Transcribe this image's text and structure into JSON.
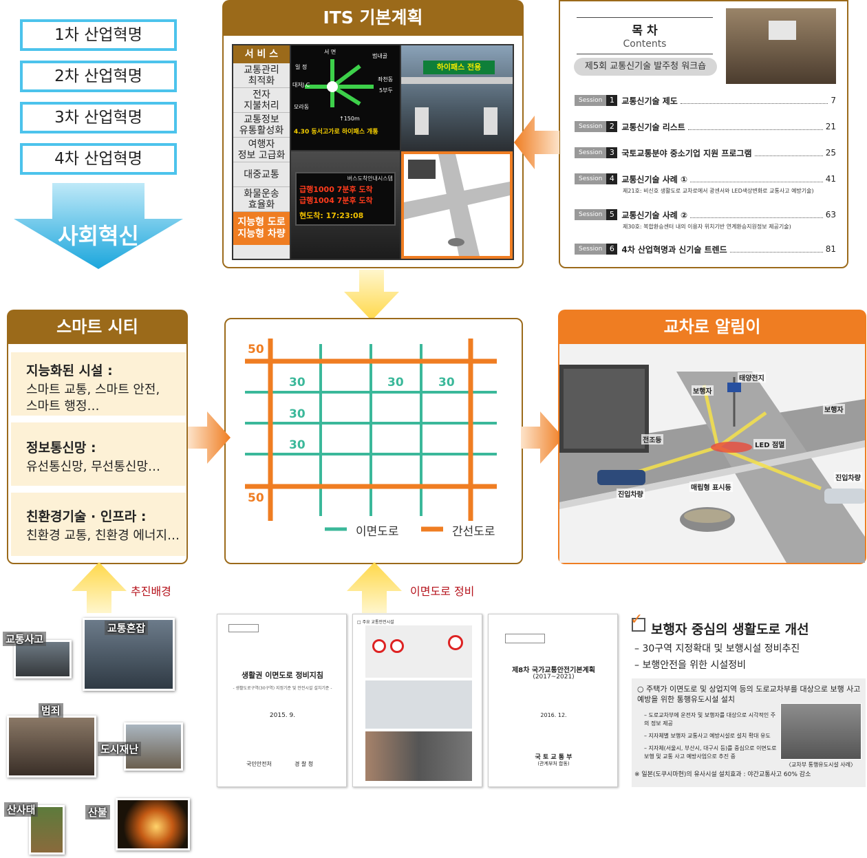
{
  "revolutions": [
    "1차 산업혁명",
    "2차 산업혁명",
    "3차 산업혁명",
    "4차 산업혁명"
  ],
  "social_innovation": "사회혁신",
  "its": {
    "title": "ITS 기본계획",
    "services_header": "서 비 스",
    "services": [
      "교통관리\n최적화",
      "전자\n지불처리",
      "교통정보\n유통활성화",
      "여행자\n정보 고급화",
      "대중교통",
      "화물운송\n효율화"
    ],
    "highlight": "지능형 도로\n지능형 차량",
    "sign_texts": [
      "서 면",
      "범내골",
      "일 정",
      "대저J.C",
      "좌천동",
      "5부두",
      "모라동",
      "4.30 동서고가로 하이패스 개통",
      "↑150m"
    ],
    "hipass": "하이패스 전용",
    "bus_board": "버스도착안내시스템",
    "bus_rows": [
      "급행1000  7분후 도착",
      "급행1004  7분후 도착"
    ],
    "bus_time": "현도착: 17:23:08"
  },
  "contents": {
    "title": "목   차",
    "subtitle": "Contents",
    "workshop": "제5회 교통신기술 발주청 워크숍",
    "sessions": [
      {
        "label": "Session",
        "num": "1",
        "title": "교통신기술 제도",
        "page": "7",
        "sub": ""
      },
      {
        "label": "Session",
        "num": "2",
        "title": "교통신기술 리스트",
        "page": "21",
        "sub": ""
      },
      {
        "label": "Session",
        "num": "3",
        "title": "국토교통분야 중소기업 지원 프로그램",
        "page": "25",
        "sub": ""
      },
      {
        "label": "Session",
        "num": "4",
        "title": "교통신기술 사례 ①",
        "page": "41",
        "sub": "제21호: 비신호 생활도로 교차로에서 광센서와 LED색상변화로 교통사고 예방기술)"
      },
      {
        "label": "Session",
        "num": "5",
        "title": "교통신기술 사례 ②",
        "page": "63",
        "sub": "제30호: 복합환승센터 내의 이용자 위치기반 연계환승지원정보 제공기술)"
      },
      {
        "label": "Session",
        "num": "6",
        "title": "4차 산업혁명과 신기술 트렌드",
        "page": "81",
        "sub": ""
      }
    ]
  },
  "smart_city": {
    "title": "스마트 시티",
    "blocks": [
      {
        "head": "지능화된 시설 :",
        "body": "스마트 교통, 스마트 안전,\n스마트 행정…"
      },
      {
        "head": "정보통신망 :",
        "body": "유선통신망, 무선통신망…"
      },
      {
        "head": "친환경기술 · 인프라 :",
        "body": "친환경 교통, 친환경 에너지…"
      }
    ]
  },
  "grid": {
    "labels_50": [
      "50",
      "50"
    ],
    "labels_30": [
      "30",
      "30",
      "30",
      "30",
      "30"
    ],
    "legend_back": "이면도로",
    "legend_arterial": "간선도로"
  },
  "intersection": {
    "title": "교차로 알림이",
    "labels": [
      "태양전지",
      "보행자",
      "보행자",
      "전조등",
      "LED 점멸",
      "진입차량",
      "진입차량",
      "매립형 표시등"
    ]
  },
  "arrows": {
    "background": "추진배경",
    "back_road": "이면도로 정비"
  },
  "photos": [
    "교통사고",
    "교통혼잡",
    "범죄",
    "도시재난",
    "산사태",
    "산불"
  ],
  "docs": {
    "doc1_title": "생활권 이면도로 정비지침",
    "doc1_sub": "- 생활도로구역(30구역) 지정기준 및 안전시설 설치기준 -",
    "doc1_date": "2015. 9.",
    "doc1_orgs": [
      "국민안전처",
      "경 찰 청"
    ],
    "doc2_header": "□ 주요 교통안전시설",
    "doc3_title": "제8차 국가교통안전기본계획",
    "doc3_years": "(2017~2021)",
    "doc3_date": "2016. 12.",
    "doc3_org": "국 토 교 통 부",
    "doc3_org_sub": "(관계부처 합동)"
  },
  "pedestrian": {
    "title": "보행자 중심의 생활도로 개선",
    "bullets": [
      "– 30구역 지정확대 및 보행시설 정비추진",
      "– 보행안전을 위한 시설정비"
    ],
    "box_main": "○ 주택가 이면도로 및 상업지역 등의 도로교차부를 대상으로 보행 사고 예방을 위한 통행유도시설 설치",
    "box_items": [
      "– 도로교차부에 운전자 및 보행자를 대상으로 시각적인 주의 정보 제공",
      "– 지자체별 보행자 교통사고 예방시설로 설치 확대 유도",
      "– 지자체(서울시, 부산시, 대구시 등)를 중심으로 이면도로 보행 및 교통 사고 예방사업으로 추진 중"
    ],
    "photo_caption": "〈교차부 통행유도시설 사례〉",
    "note": "※ 일본(도쿠시마현)의 유사시설 설치효과 : 야간교통사고 60% 감소"
  },
  "colors": {
    "brown": "#9b6a1a",
    "orange": "#ef7d22",
    "green": "#3bb89a",
    "cyan": "#4cc3ec",
    "yellow": "#ffd84a"
  }
}
